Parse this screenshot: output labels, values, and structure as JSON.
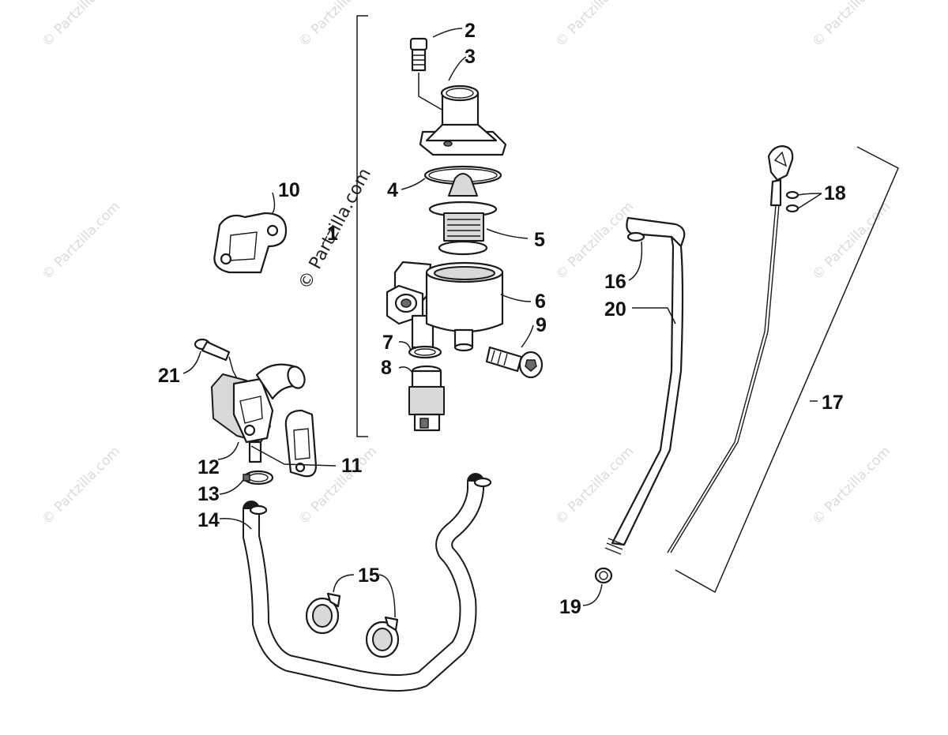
{
  "watermark": {
    "text": "© Partzilla.com",
    "center_text": "© Partzilla.com"
  },
  "callouts": {
    "c1": "1",
    "c2": "2",
    "c3": "3",
    "c4": "4",
    "c5": "5",
    "c6": "6",
    "c7": "7",
    "c8": "8",
    "c9": "9",
    "c10": "10",
    "c11": "11",
    "c12": "12",
    "c13": "13",
    "c14": "14",
    "c15": "15",
    "c16": "16",
    "c17": "17",
    "c18": "18",
    "c19": "19",
    "c20": "20",
    "c21": "21"
  },
  "colors": {
    "line": "#1a1a1a",
    "shade": "#d9d9d9",
    "watermark": "#bdbdbd"
  }
}
